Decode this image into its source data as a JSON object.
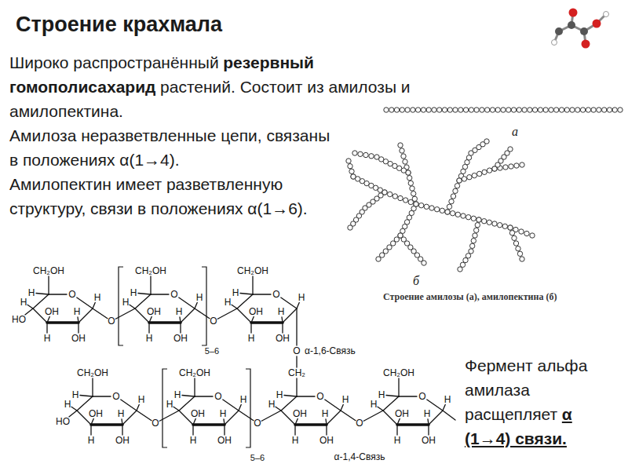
{
  "diagram": {
    "title": "Строение крахмала",
    "caption": "Строение амилозы (а), амилопектина (б)",
    "labels": [
      "Широко распространённый",
      "резервный",
      "гомополисахарид",
      "растений. Состоит из амилозы и амилопектина.",
      "Амилоза неразветвленные цепи, связаны в положениях α(1→4).",
      "Амилопектин имеет разветвленную структуру, связи в положениях α(1→6).",
      "а",
      "б",
      "Фермент альфа амилаза расщепляет",
      "α (1→4) связи.",
      "CH₂OH",
      "H",
      "O",
      "H",
      "H",
      "OH",
      "H",
      "H",
      "OH",
      "HO",
      "O",
      "CH₂OH",
      "H",
      "O",
      "H",
      "H",
      "OH",
      "H",
      "H",
      "OH",
      "O",
      "CH₂OH",
      "H",
      "O",
      "H",
      "H",
      "OH",
      "H",
      "H",
      "OH",
      "O",
      "α-1,6-Связь",
      "5–6",
      "CH₂OH",
      "H",
      "O",
      "H",
      "H",
      "OH",
      "H",
      "H",
      "OH",
      "HO",
      "O",
      "CH₂OH",
      "H",
      "O",
      "H",
      "H",
      "OH",
      "H",
      "H",
      "OH",
      "O",
      "CH₂",
      "H",
      "O",
      "H",
      "H",
      "OH",
      "H",
      "H",
      "OH",
      "O",
      "CH₂OH",
      "H",
      "O",
      "H",
      "H",
      "OH",
      "H",
      "H",
      "OH",
      "α-1,4-Связь",
      "5–6"
    ]
  }
}
